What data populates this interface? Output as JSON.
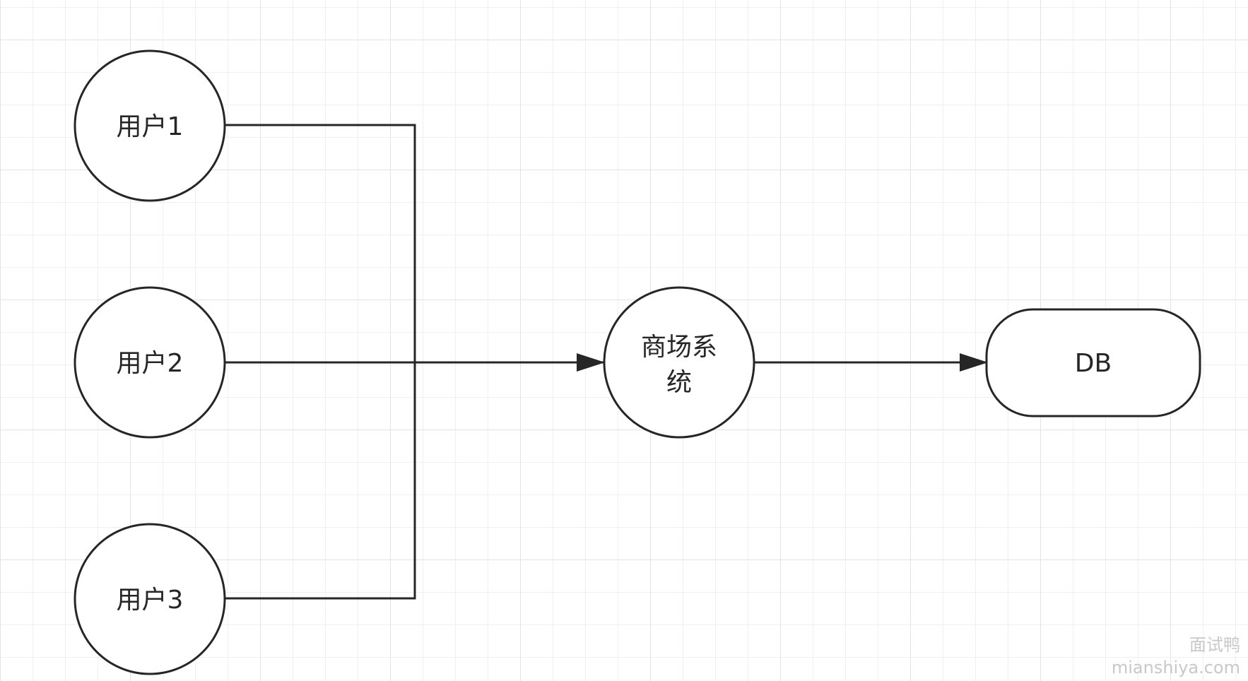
{
  "diagram": {
    "nodes": {
      "user1": {
        "label": "用户1"
      },
      "user2": {
        "label": "用户2"
      },
      "user3": {
        "label": "用户3"
      },
      "mall": {
        "label_line1": "商场系",
        "label_line2": "统"
      },
      "db": {
        "label": "DB"
      }
    },
    "edges": [
      {
        "from": "user1",
        "to": "mall"
      },
      {
        "from": "user2",
        "to": "mall"
      },
      {
        "from": "user3",
        "to": "mall"
      },
      {
        "from": "mall",
        "to": "db"
      }
    ]
  },
  "watermark": {
    "line1": "面试鸭",
    "line2": "mianshiya.com"
  },
  "colors": {
    "background": "#ffffff",
    "grid_minor": "#f0f0f0",
    "grid_major": "#e3e3e3",
    "stroke": "#262626",
    "watermark": "#c8c8c8"
  }
}
